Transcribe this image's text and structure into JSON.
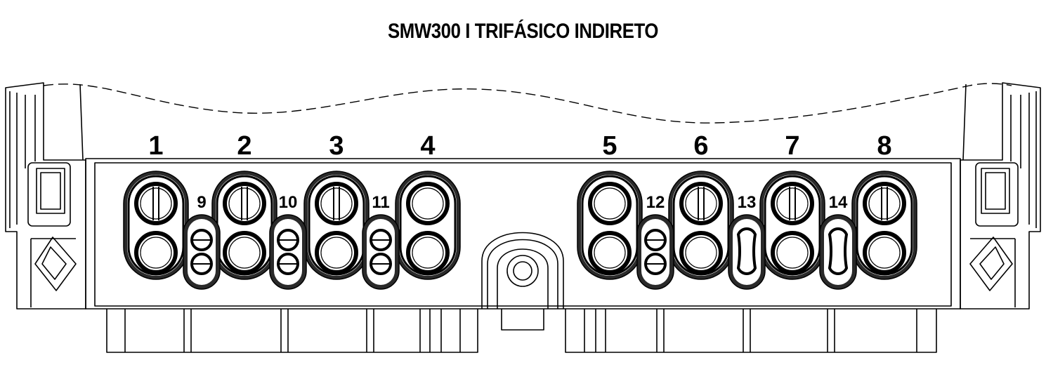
{
  "title": "SMW300 I TRIFÁSICO INDIRETO",
  "colors": {
    "line": "#000000",
    "background": "#ffffff"
  },
  "large_terminals": [
    {
      "label": "1"
    },
    {
      "label": "2"
    },
    {
      "label": "3"
    },
    {
      "label": "4"
    },
    {
      "label": "5"
    },
    {
      "label": "6"
    },
    {
      "label": "7"
    },
    {
      "label": "8"
    }
  ],
  "small_terminals": [
    {
      "label": "9"
    },
    {
      "label": "10"
    },
    {
      "label": "11"
    },
    {
      "label": "12"
    },
    {
      "label": "13"
    },
    {
      "label": "14"
    }
  ]
}
